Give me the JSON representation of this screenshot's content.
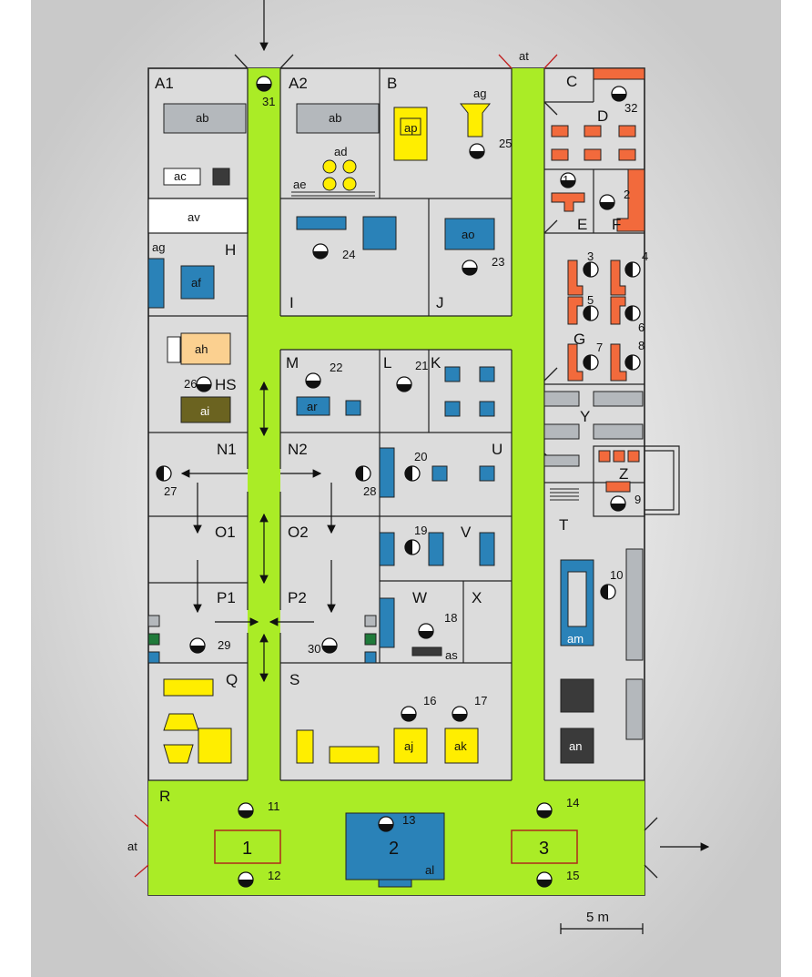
{
  "colors": {
    "corridor": "#aaec26",
    "room_fill": "#dcdcdc",
    "wall": "#222222",
    "blue": "#2a82b8",
    "yellow": "#ffee00",
    "orange": "#f26a3c",
    "dark_gray": "#3a3a3a",
    "light_gray": "#b4b8bc",
    "olive": "#6b6320",
    "peach": "#fbd090",
    "box_outline": "#b02a1a",
    "door_mark": "#c02020",
    "green_sq": "#1f7a3a"
  },
  "rooms": {
    "A1": "A1",
    "A2": "A2",
    "B": "B",
    "C": "C",
    "D": "D",
    "E": "E",
    "F": "F",
    "H": "H",
    "I": "I",
    "J": "J",
    "G": "G",
    "HS": "HS",
    "M": "M",
    "L": "L",
    "K": "K",
    "Y": "Y",
    "N1": "N1",
    "N2": "N2",
    "U": "U",
    "Z": "Z",
    "O1": "O1",
    "O2": "O2",
    "V": "V",
    "T": "T",
    "P1": "P1",
    "P2": "P2",
    "W": "W",
    "X": "X",
    "Q": "Q",
    "S": "S",
    "R": "R"
  },
  "equipment": {
    "ab1": "ab",
    "ab2": "ab",
    "ac": "ac",
    "av": "av",
    "ag1": "ag",
    "ag2": "ag",
    "ap": "ap",
    "ad": "ad",
    "ae": "ae",
    "af": "af",
    "ah": "ah",
    "ai": "ai",
    "ao": "ao",
    "ar": "ar",
    "am": "am",
    "an": "an",
    "as": "as",
    "aj": "aj",
    "ak": "ak",
    "al": "al",
    "at1": "at",
    "at2": "at"
  },
  "stations": [
    "1",
    "2",
    "3",
    "4",
    "5",
    "6",
    "7",
    "8",
    "9",
    "10",
    "11",
    "12",
    "13",
    "14",
    "15",
    "16",
    "17",
    "18",
    "19",
    "20",
    "21",
    "22",
    "23",
    "24",
    "25",
    "26",
    "27",
    "28",
    "29",
    "30",
    "31",
    "32"
  ],
  "workplaces": {
    "wp1": "1",
    "wp2": "2",
    "wp3": "3"
  },
  "scale": {
    "label": "5 m"
  }
}
